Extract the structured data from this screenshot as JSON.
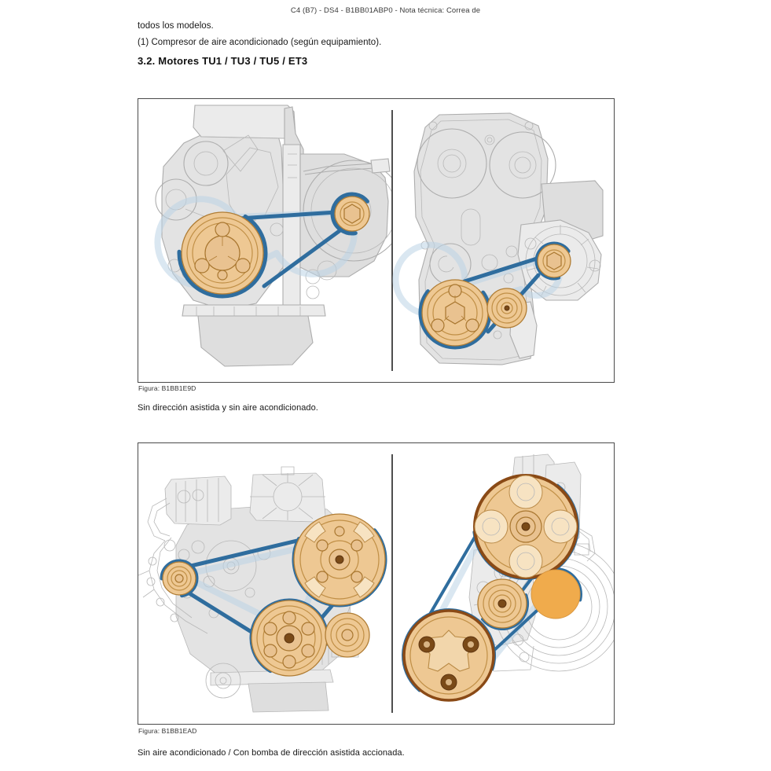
{
  "document": {
    "header": "C4 (B7) - DS4 - B1BB01ABP0 - Nota técnica: Correa de",
    "body_lines": [
      "todos los modelos.",
      "(1) Compresor de aire acondicionado (según equipamiento)."
    ],
    "section_title": "3.2. Motores TU1 / TU3 / TU5 / ET3"
  },
  "figures": [
    {
      "caption": "Figura: B1BB1E9D",
      "note": "Sin dirección asistida y sin aire acondicionado.",
      "panels": [
        {
          "name": "engine-front-view-left",
          "description": "Motor vista frontal con polea de cigüeñal y alternador"
        },
        {
          "name": "engine-timing-cover-right",
          "description": "Vista con cárter de distribución, polea de cigüeñal, alternador y rodillo tensor"
        }
      ]
    },
    {
      "caption": "Figura: B1BB1EAD",
      "note": "Sin aire acondicionado / Con bomba de dirección asistida accionada.",
      "panels": [
        {
          "name": "engine-front-view-left",
          "description": "Motor vista frontal con polea de dirección asistida, polea de cigüeñal y alternador"
        },
        {
          "name": "engine-detail-right",
          "description": "Detalle de poleas: bomba de dirección asistida, rodillo tensor y polea de cigüeñal"
        }
      ]
    }
  ],
  "colors": {
    "belt": "#2f6d9e",
    "pulley": "#eec893",
    "pulley_outline": "#b07d35",
    "engine_fill": "#e3e3e3",
    "engine_outline": "#adadad",
    "border": "#4a4a4a",
    "text": "#171717"
  }
}
